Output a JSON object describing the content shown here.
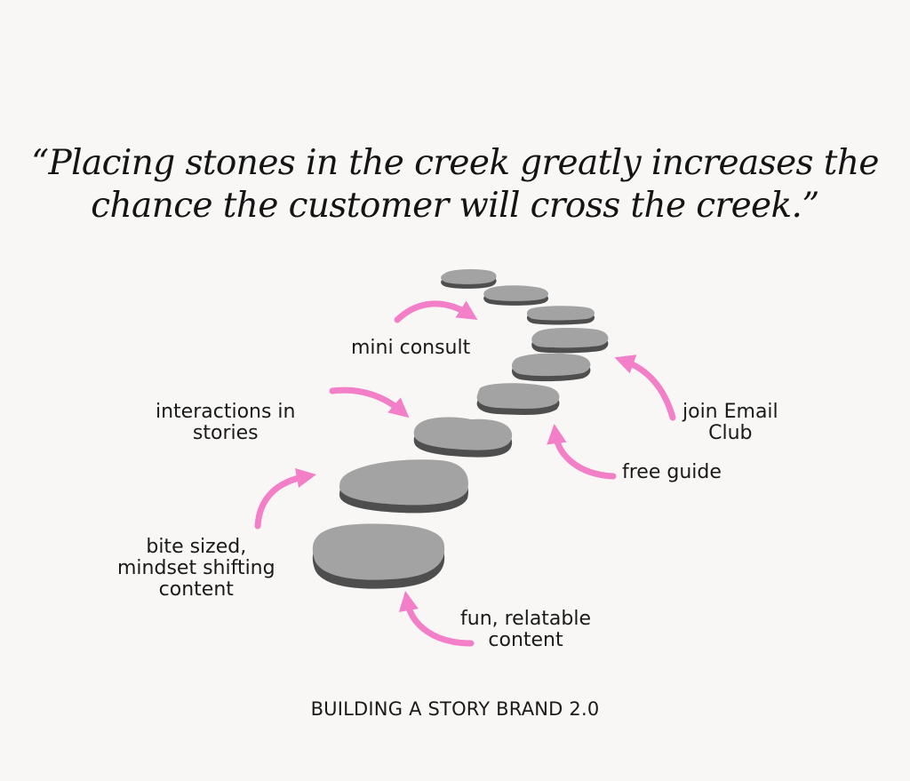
{
  "quote": {
    "line1": "“Placing stones in the creek greatly increases the",
    "line2": "chance the customer will cross the creek.”"
  },
  "labels": {
    "mini_consult": "mini consult",
    "interactions_line1": "interactions in",
    "interactions_line2": "stories",
    "join_line1": "join Email",
    "join_line2": "Club",
    "free_guide": "free guide",
    "bite_line1": "bite sized,",
    "bite_line2": "mindset shifting",
    "bite_line3": "content",
    "fun_line1": "fun, relatable",
    "fun_line2": "content"
  },
  "footer": "BUILDING A STORY BRAND 2.0",
  "colors": {
    "background": "#f8f7f5",
    "stone_top": "#a3a3a3",
    "stone_shadow": "#4e4e4e",
    "arrow": "#f27fc8",
    "text": "#1a1a1a"
  }
}
